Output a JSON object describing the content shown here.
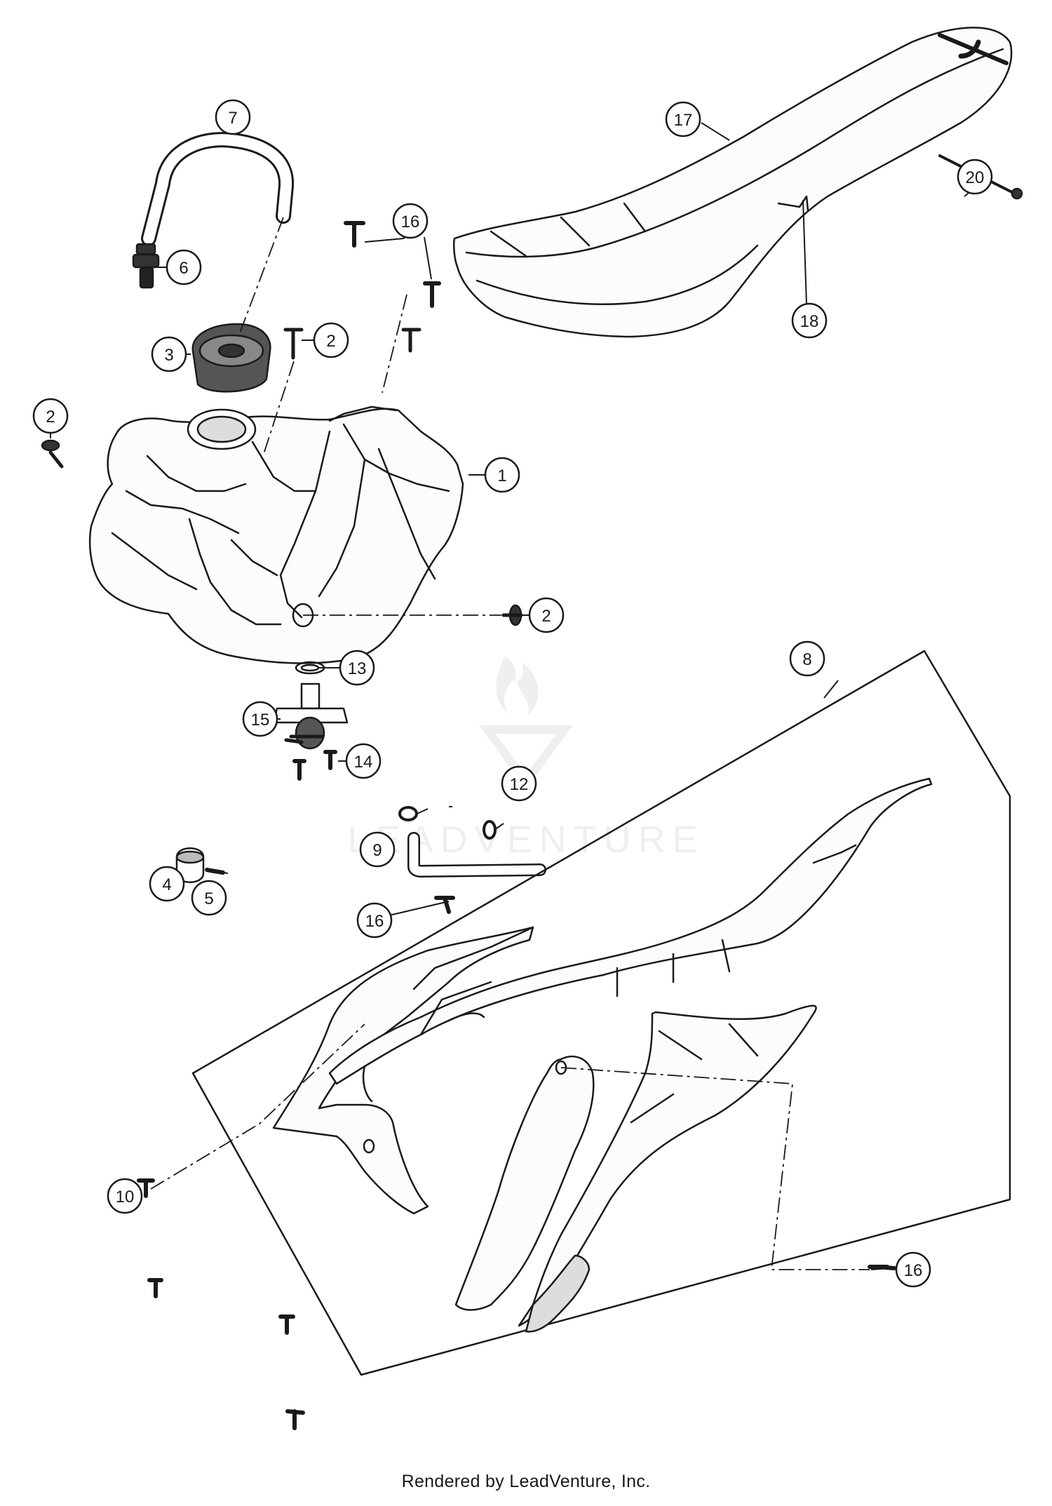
{
  "watermark": {
    "text": "LEADVENTURE"
  },
  "footer": {
    "text": "Rendered by LeadVenture, Inc."
  },
  "callouts": [
    {
      "id": "1",
      "label": "1"
    },
    {
      "id": "2a",
      "label": "2"
    },
    {
      "id": "2b",
      "label": "2"
    },
    {
      "id": "2c",
      "label": "2"
    },
    {
      "id": "3",
      "label": "3"
    },
    {
      "id": "4",
      "label": "4"
    },
    {
      "id": "5",
      "label": "5"
    },
    {
      "id": "6",
      "label": "6"
    },
    {
      "id": "7",
      "label": "7"
    },
    {
      "id": "8",
      "label": "8"
    },
    {
      "id": "9",
      "label": "9"
    },
    {
      "id": "10",
      "label": "10"
    },
    {
      "id": "12",
      "label": "12"
    },
    {
      "id": "13",
      "label": "13"
    },
    {
      "id": "14",
      "label": "14"
    },
    {
      "id": "15",
      "label": "15"
    },
    {
      "id": "16a",
      "label": "16"
    },
    {
      "id": "16b",
      "label": "16"
    },
    {
      "id": "16c",
      "label": "16"
    },
    {
      "id": "17",
      "label": "17"
    },
    {
      "id": "18",
      "label": "18"
    },
    {
      "id": "20",
      "label": "20"
    }
  ]
}
